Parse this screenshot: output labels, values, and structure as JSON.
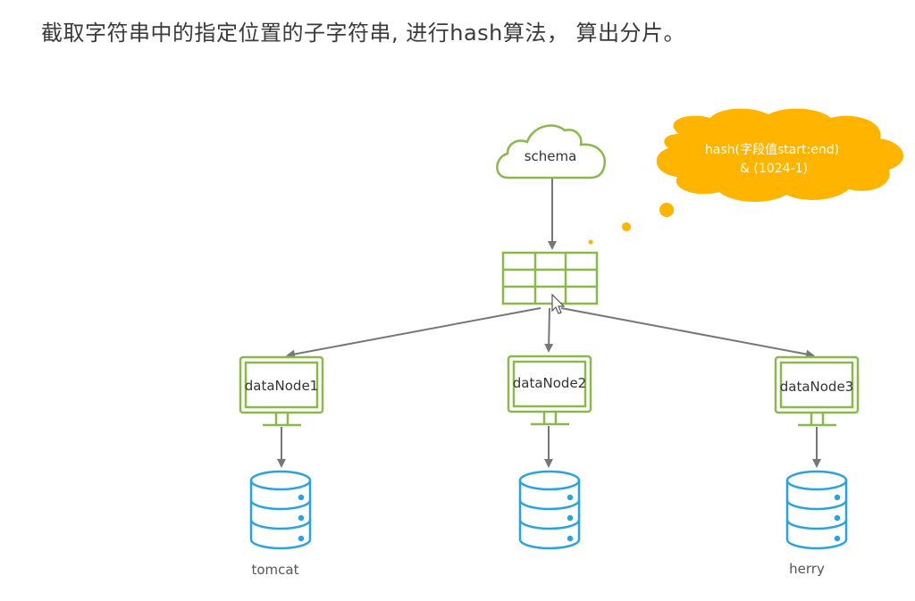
{
  "heading": "截取字符串中的指定位置的子字符串, 进行hash算法， 算出分片。",
  "colors": {
    "green": "#8ab84a",
    "blue": "#29a3e0",
    "orange": "#ffb400",
    "arrow": "#777777",
    "text": "#333333"
  },
  "schema": {
    "label": "schema",
    "icon": "cloud-icon"
  },
  "thought_bubble": {
    "line1": "hash(字段值start:end)",
    "line2": "& (1024-1)"
  },
  "table": {
    "icon": "table-grid-icon"
  },
  "data_nodes": [
    {
      "label": "dataNode1",
      "database": "tomcat"
    },
    {
      "label": "dataNode2",
      "database": ""
    },
    {
      "label": "dataNode3",
      "database": "herry"
    }
  ]
}
